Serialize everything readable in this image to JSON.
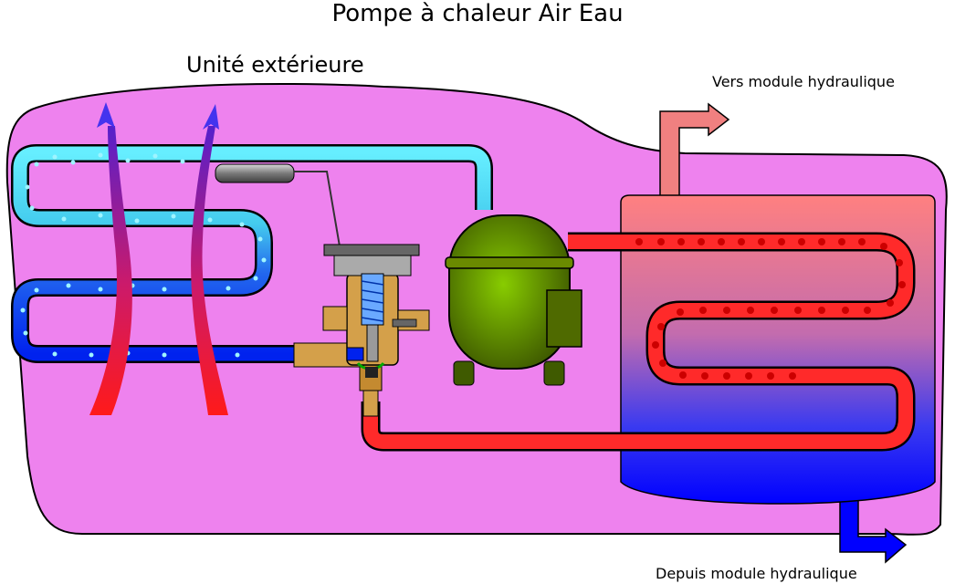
{
  "title": "Pompe à chaleur Air Eau",
  "outdoor_unit_label": "Unité extérieure",
  "outlet_label": "Vers module hydraulique",
  "inlet_label": "Depuis module hydraulique",
  "colors": {
    "casing": "#ee82ee",
    "casing_outline": "#000000",
    "evaporator_cold": "#22ccee",
    "evaporator_liquid": "#1133dd",
    "condenser_hot": "#ff2a2a",
    "water_hot": "#f08080",
    "water_cold": "#0000ff",
    "compressor": "#6a8a00",
    "valve_body": "#d4a04a"
  }
}
